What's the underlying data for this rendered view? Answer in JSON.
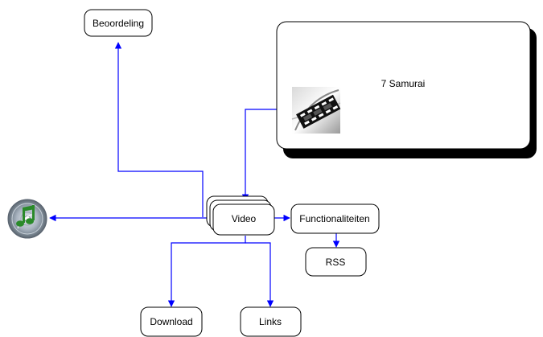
{
  "colors": {
    "connector": "#0000ff",
    "node_border": "#000000",
    "node_fill": "#ffffff",
    "shadow": "#000000"
  },
  "nodes": {
    "beoordeling": "Beoordeling",
    "card_title": "7 Samurai",
    "video": "Video",
    "functionaliteiten": "Functionaliteiten",
    "rss": "RSS",
    "download": "Download",
    "links": "Links"
  },
  "icons": {
    "music": "itunes-music-icon",
    "film": "film-reel-icon"
  }
}
